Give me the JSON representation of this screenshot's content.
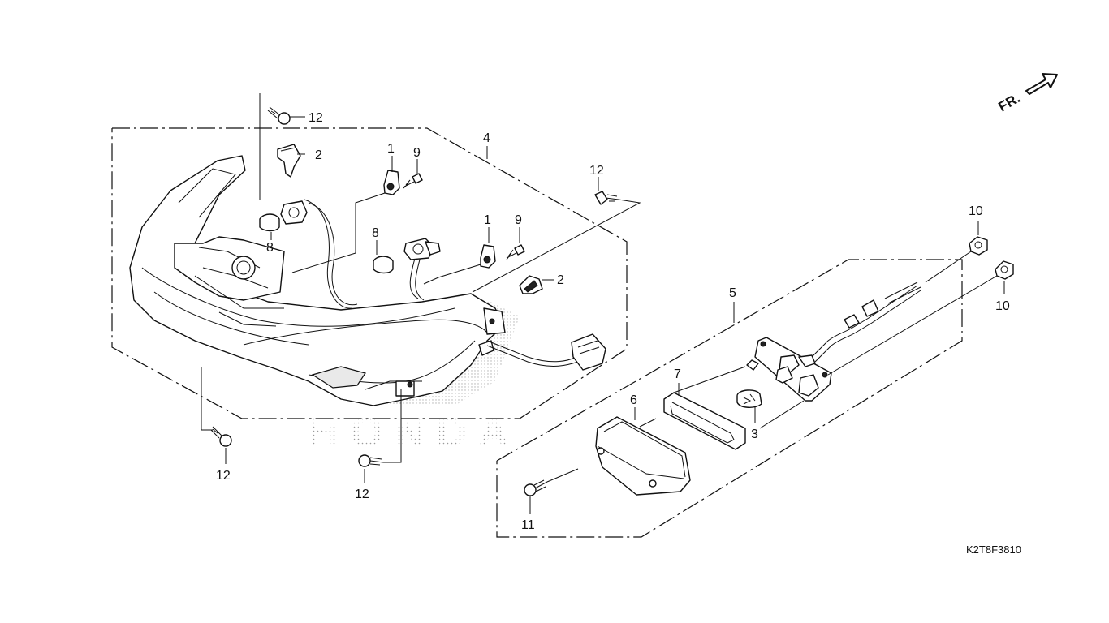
{
  "drawing_code": "K2T8F3810",
  "front_indicator": "FR.",
  "watermark": "HONDA",
  "callouts": {
    "c1a": "1",
    "c1b": "1",
    "c2a": "2",
    "c2b": "2",
    "c3": "3",
    "c4": "4",
    "c5": "5",
    "c6": "6",
    "c7": "7",
    "c8a": "8",
    "c8b": "8",
    "c9a": "9",
    "c9b": "9",
    "c10a": "10",
    "c10b": "10",
    "c11": "11",
    "c12a": "12",
    "c12b": "12",
    "c12c": "12",
    "c12d": "12"
  }
}
